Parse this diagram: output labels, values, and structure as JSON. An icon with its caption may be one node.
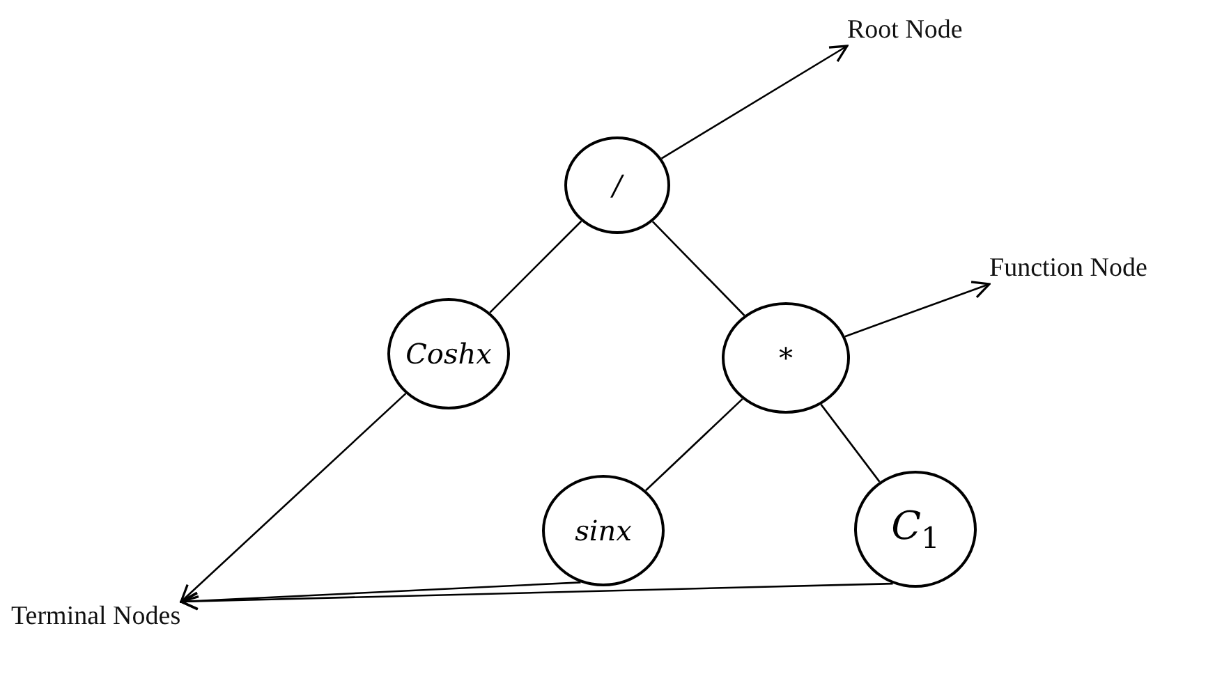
{
  "diagram": {
    "nodes": [
      {
        "text": [
          "/"
        ]
      },
      {
        "text": [
          "Coshx"
        ]
      },
      {
        "text": [
          "*"
        ]
      },
      {
        "text": [
          "sinx"
        ]
      },
      {
        "text": [
          "C$_{1}$"
        ]
      },
      {
        "text": [
          "Root Node"
        ]
      },
      {
        "text": [
          "Function Node"
        ]
      },
      {
        "text": [
          "Terminal Nodes"
        ]
      }
    ],
    "edges": [
      {
        "from": 0,
        "to": 1,
        "arrow": "none"
      },
      {
        "from": 0,
        "to": 2,
        "arrow": "none"
      },
      {
        "from": 2,
        "to": 3,
        "arrow": "none"
      },
      {
        "from": 2,
        "to": 4,
        "arrow": "none"
      },
      {
        "from": 0,
        "to": 5,
        "arrow": "to"
      },
      {
        "from": 2,
        "to": 6,
        "arrow": "to"
      },
      {
        "from": 1,
        "to": 7,
        "arrow": "to"
      },
      {
        "from": 3,
        "to": 7,
        "arrow": "to"
      },
      {
        "from": 4,
        "to": 7,
        "arrow": "to"
      }
    ]
  }
}
